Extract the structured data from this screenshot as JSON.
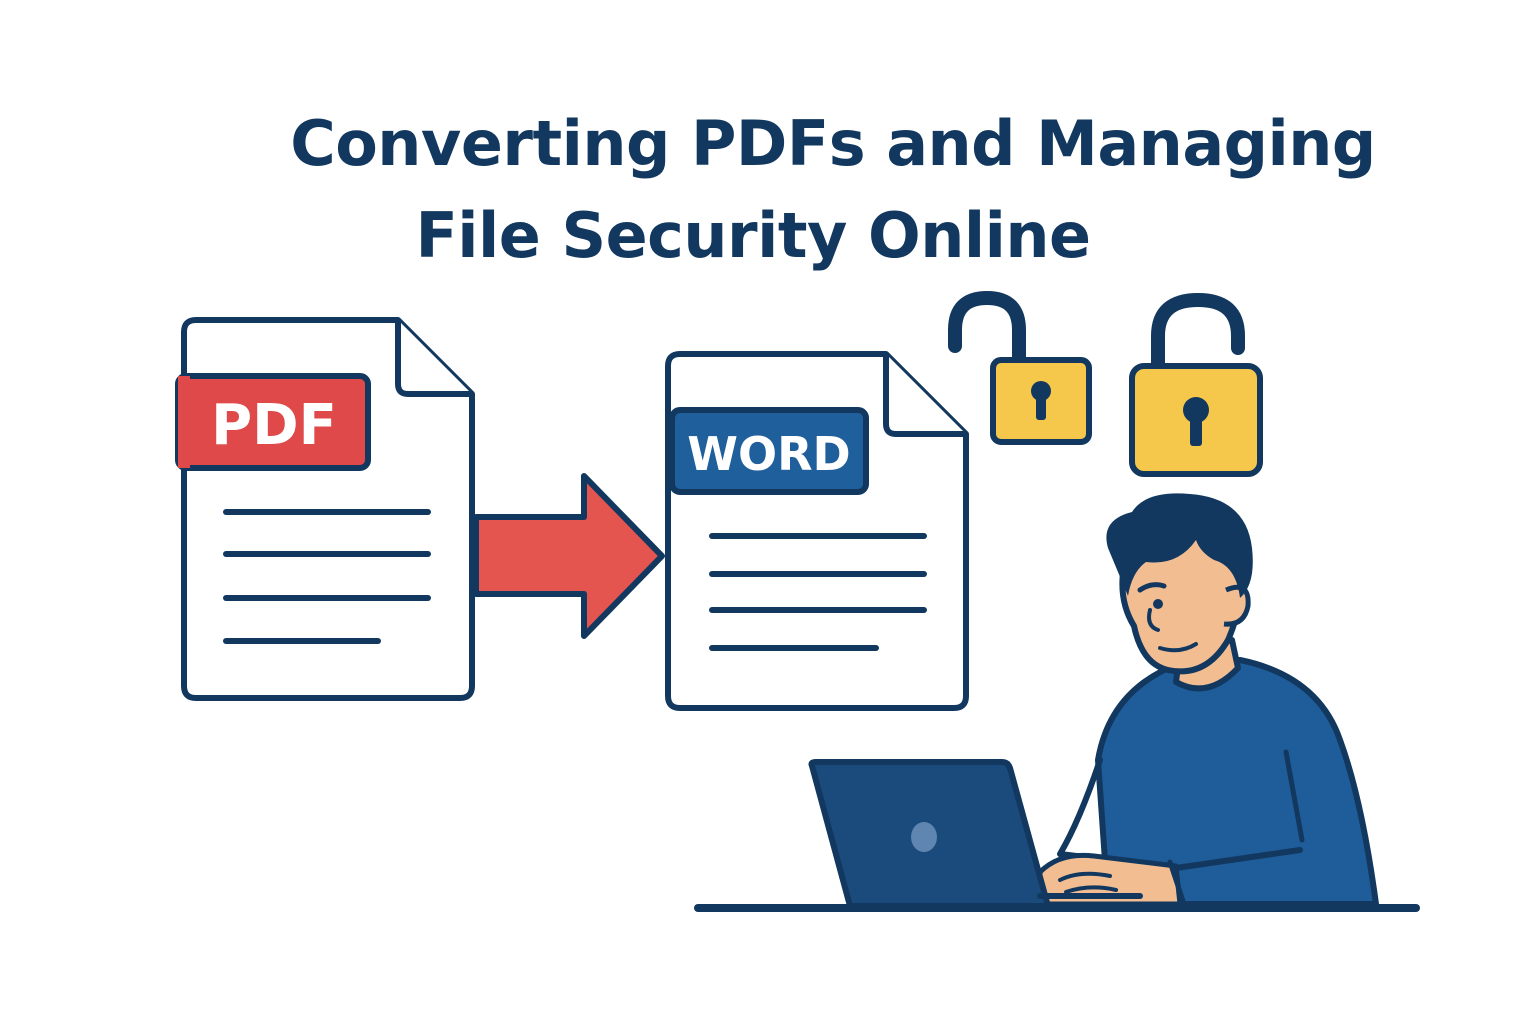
{
  "header": {
    "title_line1": "Converting PDFs and Managing",
    "title_line2": "File Security Online"
  },
  "documents": {
    "source": {
      "badge": "PDF",
      "icon": "pdf-document-icon"
    },
    "target": {
      "badge": "WORD",
      "icon": "word-document-icon"
    }
  },
  "icons": {
    "arrow": "arrow-right-icon",
    "lock_small": "unlocked-padlock-icon",
    "lock_large": "unlocked-padlock-icon",
    "person": "person-at-laptop-illustration"
  },
  "colors": {
    "ink": "#12385f",
    "pdf_red": "#e0494a",
    "arrow_red": "#e5554f",
    "word_blue": "#1f5f9c",
    "lock_yellow": "#f5c84c",
    "sweater_blue": "#1f5d9a",
    "laptop_blue": "#1b4a7c",
    "skin": "#f3bd92",
    "hair": "#12385f"
  }
}
